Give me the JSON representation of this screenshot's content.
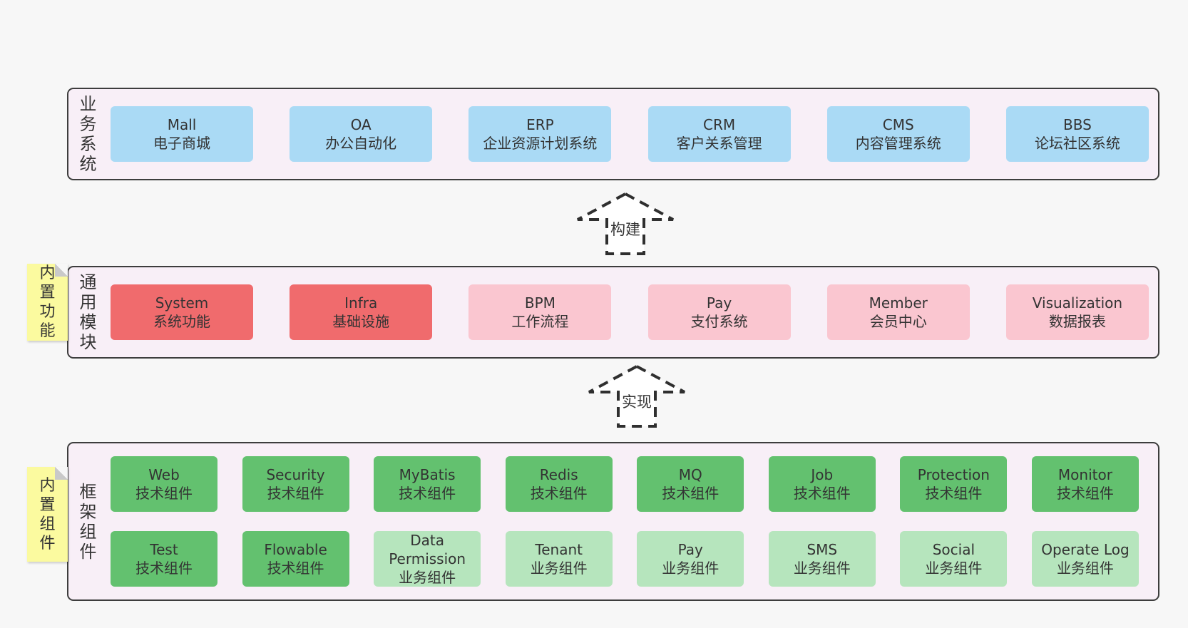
{
  "diagram": {
    "type": "architecture-layers",
    "palette": {
      "page_bg": "#f7f7f7",
      "section_bg": "#f8eff7",
      "section_border": "#3d3d3d",
      "business_system_box": "#aadaf5",
      "core_module_box": "#f06b6d",
      "optional_module_box": "#fac6d0",
      "tech_component_box": "#63c16f",
      "biz_component_box": "#b6e5bd",
      "sticky_note_bg": "#fbfa9f",
      "text": "#333333"
    },
    "arrows": [
      {
        "label": "构建"
      },
      {
        "label": "实现"
      }
    ],
    "sections": [
      {
        "side_label": "业务系统",
        "boxes": [
          {
            "name": "Mall",
            "subtitle": "电子商城",
            "variant": "blue"
          },
          {
            "name": "OA",
            "subtitle": "办公自动化",
            "variant": "blue"
          },
          {
            "name": "ERP",
            "subtitle": "企业资源计划系统",
            "variant": "blue"
          },
          {
            "name": "CRM",
            "subtitle": "客户关系管理",
            "variant": "blue"
          },
          {
            "name": "CMS",
            "subtitle": "内容管理系统",
            "variant": "blue"
          },
          {
            "name": "BBS",
            "subtitle": "论坛社区系统",
            "variant": "blue"
          }
        ]
      },
      {
        "side_label": "通用模块",
        "sticky": "内置功能",
        "boxes": [
          {
            "name": "System",
            "subtitle": "系统功能",
            "variant": "red"
          },
          {
            "name": "Infra",
            "subtitle": "基础设施",
            "variant": "red"
          },
          {
            "name": "BPM",
            "subtitle": "工作流程",
            "variant": "pink"
          },
          {
            "name": "Pay",
            "subtitle": "支付系统",
            "variant": "pink"
          },
          {
            "name": "Member",
            "subtitle": "会员中心",
            "variant": "pink"
          },
          {
            "name": "Visualization",
            "subtitle": "数据报表",
            "variant": "pink"
          }
        ]
      },
      {
        "side_label": "框架组件",
        "sticky": "内置组件",
        "rows": [
          [
            {
              "name": "Web",
              "subtitle": "技术组件",
              "variant": "green"
            },
            {
              "name": "Security",
              "subtitle": "技术组件",
              "variant": "green"
            },
            {
              "name": "MyBatis",
              "subtitle": "技术组件",
              "variant": "green"
            },
            {
              "name": "Redis",
              "subtitle": "技术组件",
              "variant": "green"
            },
            {
              "name": "MQ",
              "subtitle": "技术组件",
              "variant": "green"
            },
            {
              "name": "Job",
              "subtitle": "技术组件",
              "variant": "green"
            },
            {
              "name": "Protection",
              "subtitle": "技术组件",
              "variant": "green"
            },
            {
              "name": "Monitor",
              "subtitle": "技术组件",
              "variant": "green"
            }
          ],
          [
            {
              "name": "Test",
              "subtitle": "技术组件",
              "variant": "green"
            },
            {
              "name": "Flowable",
              "subtitle": "技术组件",
              "variant": "green"
            },
            {
              "name": "Data Permission",
              "subtitle": "业务组件",
              "variant": "green-light"
            },
            {
              "name": "Tenant",
              "subtitle": "业务组件",
              "variant": "green-light"
            },
            {
              "name": "Pay",
              "subtitle": "业务组件",
              "variant": "green-light"
            },
            {
              "name": "SMS",
              "subtitle": "业务组件",
              "variant": "green-light"
            },
            {
              "name": "Social",
              "subtitle": "业务组件",
              "variant": "green-light"
            },
            {
              "name": "Operate Log",
              "subtitle": "业务组件",
              "variant": "green-light"
            }
          ]
        ]
      }
    ]
  }
}
